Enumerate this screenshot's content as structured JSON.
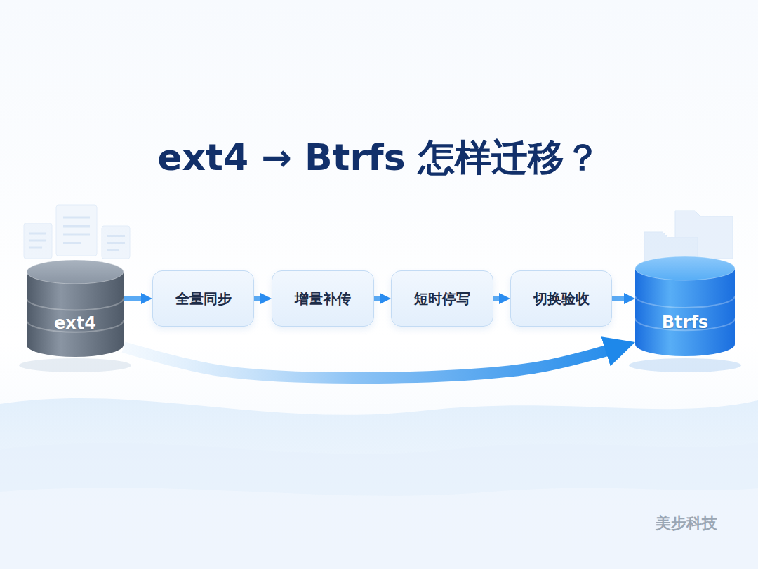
{
  "diagram": {
    "title": "ext4 → Btrfs 怎样迁移？",
    "nodes": [
      {
        "text": [
          "ext4"
        ]
      },
      {
        "text": [
          "全量同步"
        ]
      },
      {
        "text": [
          "增量补传"
        ]
      },
      {
        "text": [
          "短时停写"
        ]
      },
      {
        "text": [
          "切换验收"
        ]
      },
      {
        "text": [
          "Btrfs"
        ]
      }
    ],
    "edges": [
      {
        "from": 0,
        "to": 1,
        "arrow": "to"
      },
      {
        "from": 1,
        "to": 2,
        "arrow": "to"
      },
      {
        "from": 2,
        "to": 3,
        "arrow": "to"
      },
      {
        "from": 3,
        "to": 4,
        "arrow": "to"
      },
      {
        "from": 4,
        "to": 5,
        "arrow": "to"
      },
      {
        "from": 0,
        "to": 5,
        "arrow": "to"
      }
    ],
    "labels": [
      "美步科技"
    ]
  }
}
